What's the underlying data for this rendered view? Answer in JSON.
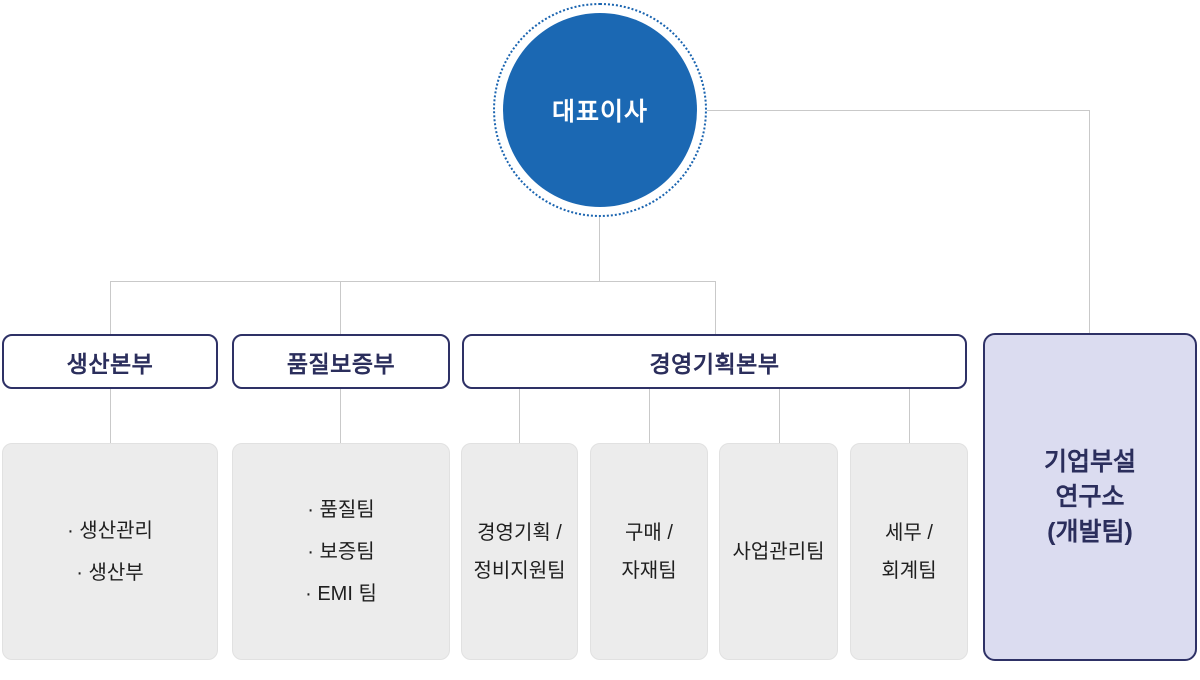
{
  "colors": {
    "circle_blue": "#1b68b3",
    "navy_border": "#2e3166",
    "navy_text": "#2b2e5c",
    "connector_gray": "#c9c9c9",
    "team_box_bg": "#ececec",
    "research_bg": "#dbdcf0"
  },
  "org": {
    "ceo": {
      "label": "대표이사"
    },
    "departments": [
      {
        "label": "생산본부"
      },
      {
        "label": "품질보증부"
      },
      {
        "label": "경영기획본부"
      }
    ],
    "research": {
      "line1": "기업부설",
      "line2": "연구소",
      "line3": "(개발팀)"
    },
    "teams": {
      "production": {
        "line1": "· 생산관리",
        "line2": "· 생산부"
      },
      "quality": {
        "line1": "· 품질팀",
        "line2": "· 보증팀",
        "line3": "· EMI 팀"
      },
      "planning1": {
        "line1": "경영기획 /",
        "line2": "정비지원팀"
      },
      "planning2": {
        "line1": "구매 /",
        "line2": "자재팀"
      },
      "planning3": {
        "line1": "사업관리팀"
      },
      "planning4": {
        "line1": "세무 /",
        "line2": "회계팀"
      }
    }
  }
}
